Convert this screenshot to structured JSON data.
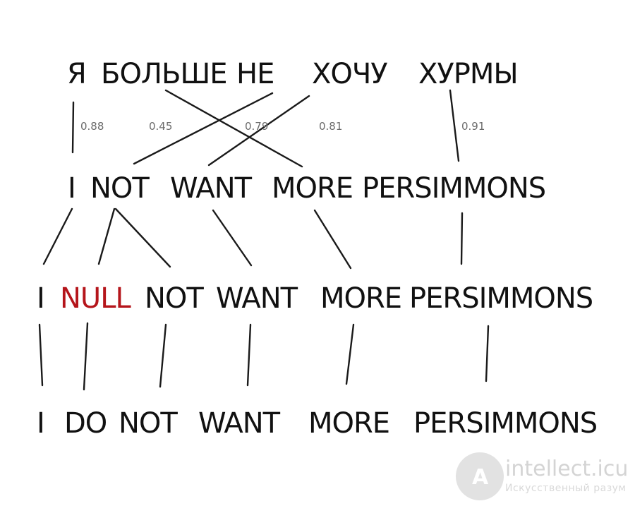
{
  "rows": {
    "russian": [
      "Я",
      "БОЛЬШЕ",
      "НЕ",
      "ХОЧУ",
      "ХУРМЫ"
    ],
    "aligned": [
      "I",
      "NOT",
      "WANT",
      "MORE",
      "PERSIMMONS"
    ],
    "with_null": [
      "I",
      "NULL",
      "NOT",
      "WANT",
      "MORE",
      "PERSIMMONS"
    ],
    "final": [
      "I",
      "DO",
      "NOT",
      "WANT",
      "MORE",
      "PERSIMMONS"
    ]
  },
  "alignments": {
    "russian_to_aligned": [
      {
        "from": "Я",
        "to": "I",
        "probability": "0.88"
      },
      {
        "from": "БОЛЬШЕ",
        "to": "MORE",
        "probability": "0.45"
      },
      {
        "from": "НЕ",
        "to": "NOT",
        "probability": "0.79"
      },
      {
        "from": "ХОЧУ",
        "to": "WANT",
        "probability": "0.81"
      },
      {
        "from": "ХУРМЫ",
        "to": "PERSIMMONS",
        "probability": "0.91"
      }
    ],
    "aligned_to_with_null": [
      {
        "from": "I",
        "to": "I"
      },
      {
        "from": "NOT",
        "to": "NULL"
      },
      {
        "from": "NOT",
        "to": "NOT"
      },
      {
        "from": "WANT",
        "to": "WANT"
      },
      {
        "from": "MORE",
        "to": "MORE"
      },
      {
        "from": "PERSIMMONS",
        "to": "PERSIMMONS"
      }
    ],
    "with_null_to_final": [
      {
        "from": "I",
        "to": "I"
      },
      {
        "from": "NULL",
        "to": "DO"
      },
      {
        "from": "NOT",
        "to": "NOT"
      },
      {
        "from": "WANT",
        "to": "WANT"
      },
      {
        "from": "MORE",
        "to": "MORE"
      },
      {
        "from": "PERSIMMONS",
        "to": "PERSIMMONS"
      }
    ]
  },
  "colors": {
    "text": "#111111",
    "null_word": "#b5151b",
    "probability": "#6b6b6b",
    "line": "#1a1a1a"
  },
  "watermark": {
    "name": "intellect.icu",
    "tagline": "Искусственный разум"
  }
}
